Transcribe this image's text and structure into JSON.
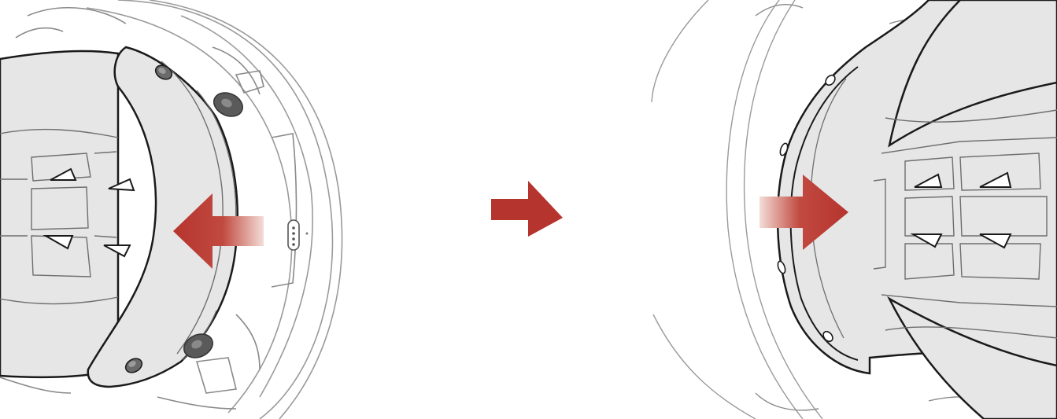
{
  "figure": {
    "panels": [
      {
        "id": "before",
        "subject": "helmet-interior-with-removable-cheek-pad",
        "arrow_direction": "left",
        "arrow_meaning": "insert-pad"
      },
      {
        "id": "after",
        "subject": "helmet-interior-with-cheek-pad-installed",
        "arrow_direction": "right",
        "arrow_meaning": "push-in"
      }
    ],
    "step_arrow_icon": "arrow-right-icon"
  },
  "colors": {
    "background": "#ffffff",
    "pad_fill": "#e6e6e7",
    "pad_stroke": "#1a1a1a",
    "helmet_line": "#9a9a9a",
    "liner_line": "#6e6e6e",
    "accent_red": "#b5342e",
    "accent_red_light": "#f3ddd7",
    "button_dark": "#5a5a5a"
  }
}
